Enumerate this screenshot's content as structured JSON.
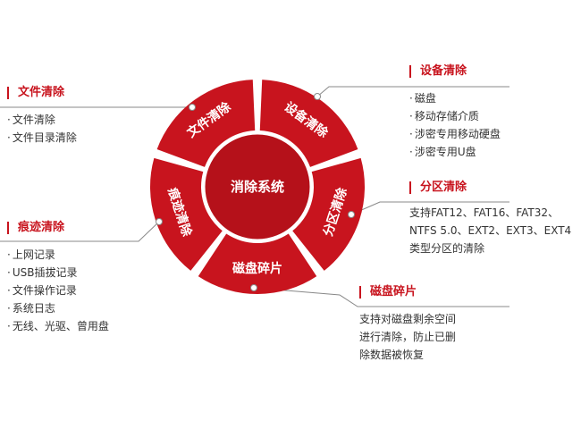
{
  "colors": {
    "accent": "#c8141e",
    "segment": "#c8141e",
    "center": "#b5111a",
    "ring_gap": "#ffffff",
    "connector": "#888888"
  },
  "center": {
    "label": "消除系统"
  },
  "segments": [
    {
      "label": "文件清除"
    },
    {
      "label": "设备清除"
    },
    {
      "label": "分区清除"
    },
    {
      "label": "磁盘碎片"
    },
    {
      "label": "痕迹清除"
    }
  ],
  "panels": {
    "file": {
      "title": "文件清除",
      "items": [
        "文件清除",
        "文件目录清除"
      ]
    },
    "device": {
      "title": "设备清除",
      "items": [
        "磁盘",
        "移动存储介质",
        "涉密专用移动硬盘",
        "涉密专用U盘"
      ]
    },
    "partition": {
      "title": "分区清除",
      "lines": [
        "支持FAT12、FAT16、FAT32、",
        "NTFS 5.0、EXT2、EXT3、EXT4",
        "类型分区的清除"
      ]
    },
    "disk": {
      "title": "磁盘碎片",
      "lines": [
        "支持对磁盘剩余空间",
        "进行清除，防止已删",
        "除数据被恢复"
      ]
    },
    "trace": {
      "title": "痕迹清除",
      "items": [
        "上网记录",
        "USB插拔记录",
        "文件操作记录",
        "系统日志",
        "无线、光驱、曾用盘"
      ]
    }
  }
}
